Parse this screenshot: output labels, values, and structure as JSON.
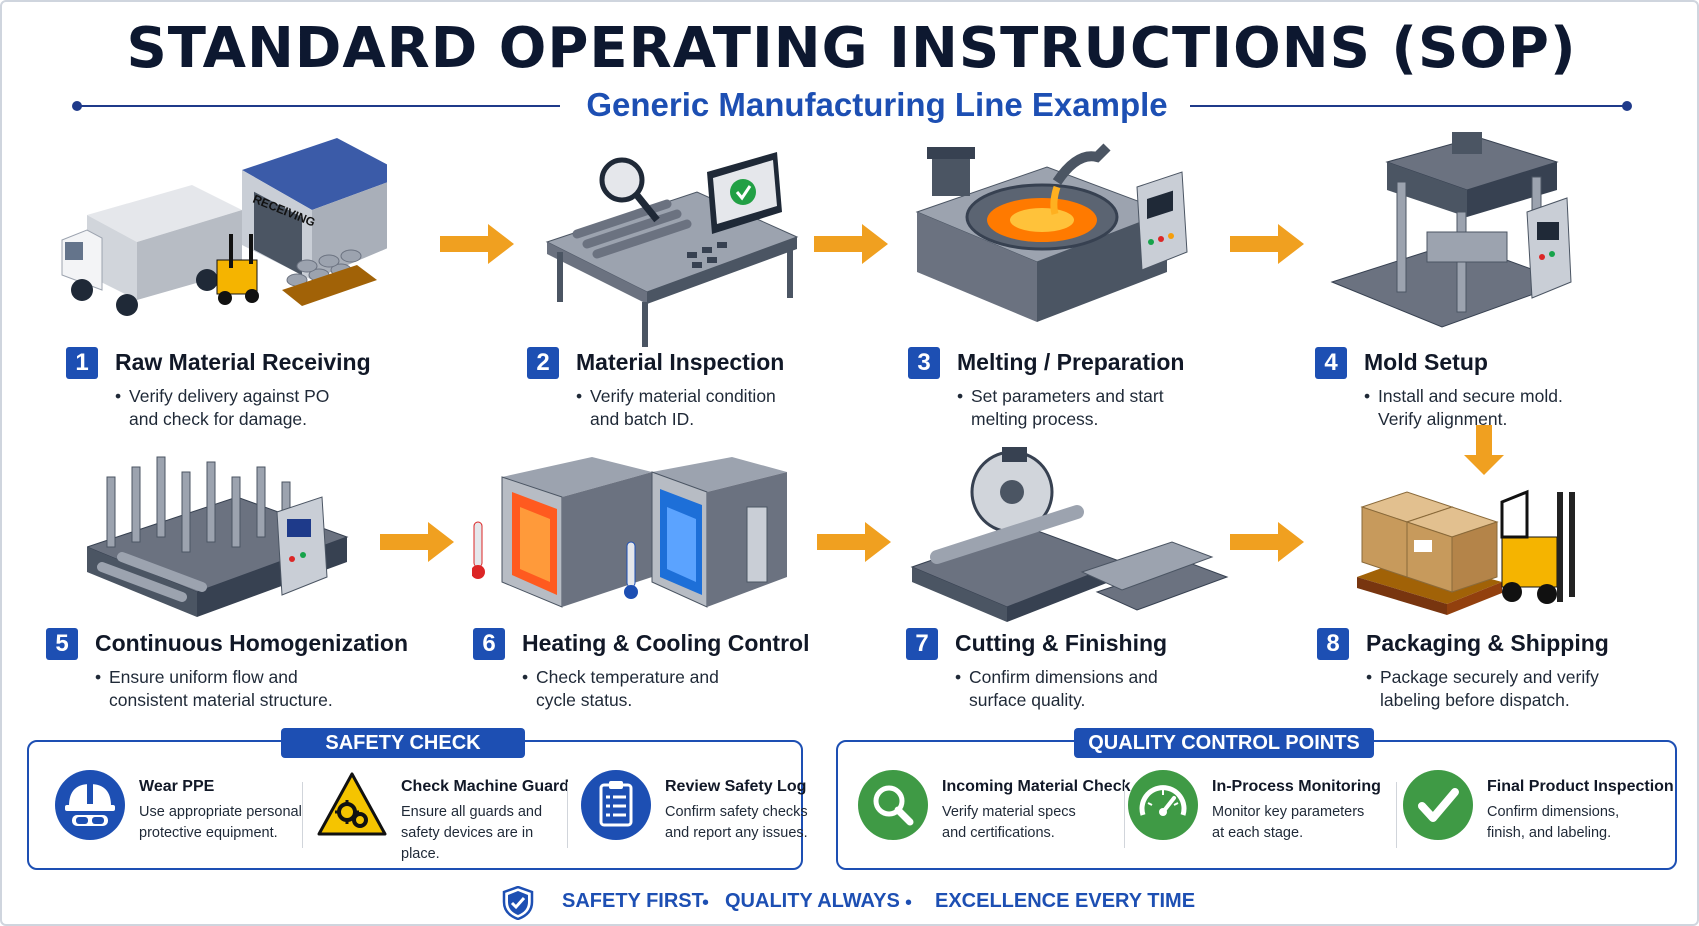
{
  "header": {
    "title": "STANDARD OPERATING INSTRUCTIONS (SOP)",
    "subtitle": "Generic Manufacturing Line Example"
  },
  "steps": [
    {
      "num": "1",
      "name": "Raw Material Receiving",
      "desc1": "Verify delivery against PO",
      "desc2": "and check for damage.",
      "sign": "RECEIVING"
    },
    {
      "num": "2",
      "name": "Material Inspection",
      "desc1": "Verify material condition",
      "desc2": "and batch ID."
    },
    {
      "num": "3",
      "name": "Melting / Preparation",
      "desc1": "Set parameters and start",
      "desc2": "melting process."
    },
    {
      "num": "4",
      "name": "Mold Setup",
      "desc1": "Install and secure mold.",
      "desc2": "Verify alignment."
    },
    {
      "num": "5",
      "name": "Continuous Homogenization",
      "desc1": "Ensure uniform flow and",
      "desc2": "consistent material structure."
    },
    {
      "num": "6",
      "name": "Heating & Cooling Control",
      "desc1": "Check temperature and",
      "desc2": "cycle status."
    },
    {
      "num": "7",
      "name": "Cutting & Finishing",
      "desc1": "Confirm dimensions and",
      "desc2": "surface quality."
    },
    {
      "num": "8",
      "name": "Packaging & Shipping",
      "desc1": "Package securely and verify",
      "desc2": "labeling before dispatch."
    }
  ],
  "safety": {
    "title": "SAFETY CHECK",
    "items": [
      {
        "title": "Wear PPE",
        "desc1": "Use appropriate personal",
        "desc2": "protective equipment.",
        "icon": "hard-hat-icon"
      },
      {
        "title": "Check Machine Guard",
        "desc1": "Ensure all guards and",
        "desc2": "safety devices are in place.",
        "icon": "warning-gears-icon"
      },
      {
        "title": "Review Safety Log",
        "desc1": "Confirm safety checks",
        "desc2": "and report any issues.",
        "icon": "clipboard-icon"
      }
    ]
  },
  "quality": {
    "title": "QUALITY CONTROL POINTS",
    "items": [
      {
        "title": "Incoming Material Check",
        "desc1": "Verify material specs",
        "desc2": "and certifications.",
        "icon": "magnifier-icon"
      },
      {
        "title": "In-Process Monitoring",
        "desc1": "Monitor key parameters",
        "desc2": "at each stage.",
        "icon": "gauge-icon"
      },
      {
        "title": "Final Product Inspection",
        "desc1": "Confirm dimensions,",
        "desc2": "finish, and labeling.",
        "icon": "checkmark-icon"
      }
    ]
  },
  "footer": {
    "part1": "SAFETY FIRST",
    "part2": "QUALITY ALWAYS",
    "part3": "EXCELLENCE EVERY TIME",
    "separator": "•"
  },
  "colors": {
    "brand_blue": "#1d4fb3",
    "navy": "#0d1830",
    "arrow_orange": "#f0a020",
    "qc_green": "#3f9a45"
  }
}
